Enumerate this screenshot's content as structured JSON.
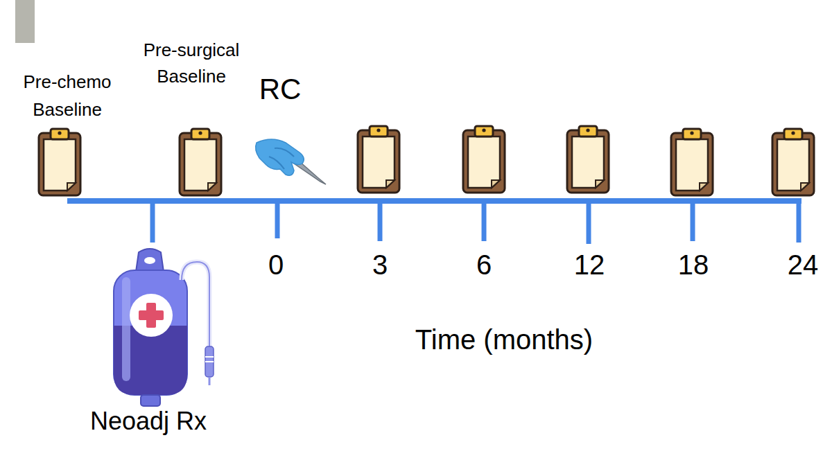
{
  "diagram": {
    "labels": [
      "Pre-chemo Baseline",
      "Pre-surgical Baseline",
      "RC",
      "0",
      "3",
      "6",
      "12",
      "18",
      "24",
      "Time (months)",
      "Neoadj Rx"
    ]
  }
}
